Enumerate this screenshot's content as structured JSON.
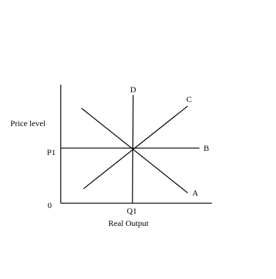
{
  "diagram": {
    "y_axis_label": "Price level",
    "x_axis_label": "Real Output",
    "origin_label": "0",
    "price_marker": "P1",
    "quantity_marker": "Q1",
    "curves": [
      {
        "id": "D",
        "label": "D"
      },
      {
        "id": "C",
        "label": "C"
      },
      {
        "id": "B",
        "label": "B"
      },
      {
        "id": "A",
        "label": "A"
      }
    ],
    "line_color": "#000000",
    "background": "#ffffff"
  }
}
